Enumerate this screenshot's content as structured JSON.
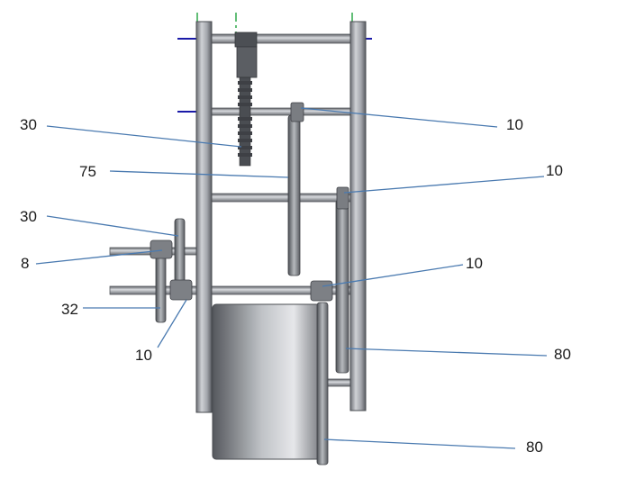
{
  "labels": {
    "l1": "30",
    "l2": "75",
    "l3": "30",
    "l4": "8",
    "l5": "32",
    "l6": "10",
    "r1": "10",
    "r2": "10",
    "r3": "10",
    "r4": "80",
    "r5": "80"
  },
  "colors": {
    "leader": "#4a7ab0",
    "axis_blue": "#1a1aa8",
    "axis_green": "#2fa84a",
    "metal_dark": "#5c5f64",
    "metal_mid": "#8d9096",
    "metal_light": "#d2d4d8"
  }
}
